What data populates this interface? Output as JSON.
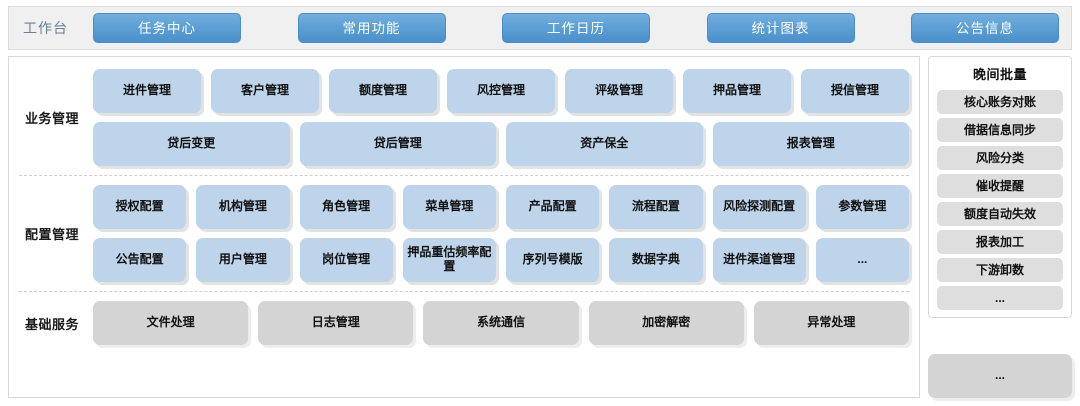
{
  "header": {
    "title": "工作台",
    "tabs": [
      {
        "label": "任务中心"
      },
      {
        "label": "常用功能"
      },
      {
        "label": "工作日历"
      },
      {
        "label": "统计图表"
      },
      {
        "label": "公告信息"
      }
    ]
  },
  "sections": [
    {
      "label": "业务管理",
      "rows": [
        [
          {
            "label": "进件管理"
          },
          {
            "label": "客户管理"
          },
          {
            "label": "额度管理"
          },
          {
            "label": "风控管理"
          },
          {
            "label": "评级管理"
          },
          {
            "label": "押品管理"
          },
          {
            "label": "授信管理"
          }
        ],
        [
          {
            "label": "贷后变更"
          },
          {
            "label": "贷后管理"
          },
          {
            "label": "资产保全"
          },
          {
            "label": "报表管理"
          }
        ]
      ]
    },
    {
      "label": "配置管理",
      "rows": [
        [
          {
            "label": "授权配置"
          },
          {
            "label": "机构管理"
          },
          {
            "label": "角色管理"
          },
          {
            "label": "菜单管理"
          },
          {
            "label": "产品配置"
          },
          {
            "label": "流程配置"
          },
          {
            "label": "风险探测配置"
          },
          {
            "label": "参数管理"
          }
        ],
        [
          {
            "label": "公告配置"
          },
          {
            "label": "用户管理"
          },
          {
            "label": "岗位管理"
          },
          {
            "label": "押品重估频率配置"
          },
          {
            "label": "序列号模版"
          },
          {
            "label": "数据字典"
          },
          {
            "label": "进件渠道管理"
          },
          {
            "label": "..."
          }
        ]
      ]
    },
    {
      "label": "基础服务",
      "rows": [
        [
          {
            "label": "文件处理"
          },
          {
            "label": "日志管理"
          },
          {
            "label": "系统通信"
          },
          {
            "label": "加密解密"
          },
          {
            "label": "异常处理"
          }
        ]
      ]
    }
  ],
  "sidebar": {
    "title": "晚间批量",
    "items": [
      {
        "label": "核心账务对账"
      },
      {
        "label": "借据信息同步"
      },
      {
        "label": "风险分类"
      },
      {
        "label": "催收提醒"
      },
      {
        "label": "额度自动失效"
      },
      {
        "label": "报表加工"
      },
      {
        "label": "下游卸数"
      },
      {
        "label": "..."
      }
    ],
    "more_label": "..."
  },
  "colors": {
    "tile_blue": "#bed4ea",
    "tile_grey": "#d4d4d4",
    "tab_blue": "#4a90cb",
    "header_bg": "#f0f0f0",
    "title_text": "#6b7f94"
  }
}
